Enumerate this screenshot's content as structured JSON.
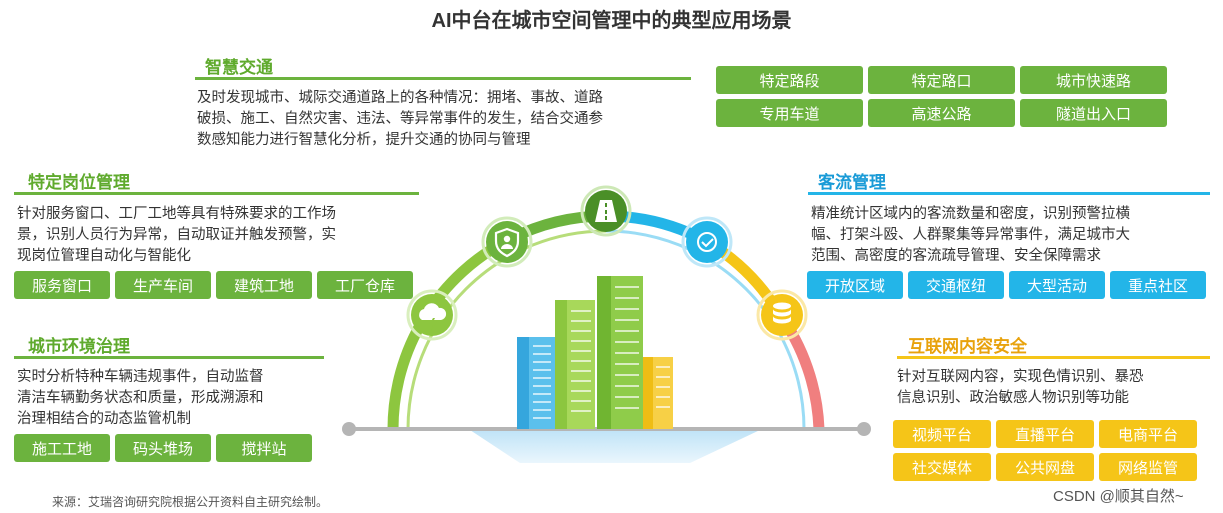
{
  "title": "AI中台在城市空间管理中的典型应用场景",
  "sections": {
    "smart_traffic": {
      "title": "智慧交通",
      "desc_lines": [
        "及时发现城市、城际交通道路上的各种情况：拥堵、事故、道路",
        "破损、施工、自然灾害、违法、等异常事件的发生，结合交通参",
        "数感知能力进行智慧化分析，提升交通的协同与管理"
      ],
      "tags": [
        "特定路段",
        "特定路口",
        "城市快速路",
        "专用车道",
        "高速公路",
        "隧道出入口"
      ]
    },
    "post_management": {
      "title": "特定岗位管理",
      "desc_lines": [
        "针对服务窗口、工厂工地等具有特殊要求的工作场",
        "景，识别人员行为异常，自动取证并触发预警，实",
        "现岗位管理自动化与智能化"
      ],
      "tags": [
        "服务窗口",
        "生产车间",
        "建筑工地",
        "工厂仓库"
      ]
    },
    "environment": {
      "title": "城市环境治理",
      "desc_lines": [
        "实时分析特种车辆违规事件，自动监督",
        "清洁车辆勤务状态和质量，形成溯源和",
        "治理相结合的动态监管机制"
      ],
      "tags": [
        "施工工地",
        "码头堆场",
        "搅拌站"
      ]
    },
    "passenger_flow": {
      "title": "客流管理",
      "desc_lines": [
        "精准统计区域内的客流数量和密度，识别预警拉横",
        "幅、打架斗殴、人群聚集等异常事件，满足城市大",
        "范围、高密度的客流疏导管理、安全保障需求"
      ],
      "tags": [
        "开放区域",
        "交通枢纽",
        "大型活动",
        "重点社区"
      ]
    },
    "internet_security": {
      "title": "互联网内容安全",
      "desc_lines": [
        "针对互联网内容，实现色情识别、暴恐",
        "信息识别、政治敏感人物识别等功能"
      ],
      "tags": [
        "视频平台",
        "直播平台",
        "电商平台",
        "社交媒体",
        "公共网盘",
        "网络监管"
      ]
    }
  },
  "icons": [
    "cloud-lightning-icon",
    "shield-person-icon",
    "road-icon",
    "check-circle-icon",
    "database-icon"
  ],
  "colors": {
    "green": "#6cb33e",
    "blue": "#23b5e8",
    "yellow": "#f5c518",
    "red": "#f07f7f",
    "title_green": "#5faa2d",
    "title_blue": "#1a9bd7",
    "title_orange": "#e8a20c"
  },
  "source_note": "来源：艾瑞咨询研究院根据公开资料自主研究绘制。",
  "watermark": "CSDN @顺其自然~"
}
